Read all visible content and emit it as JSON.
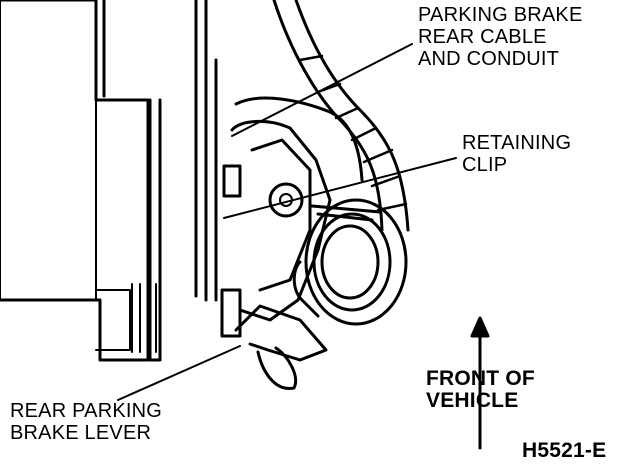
{
  "diagram": {
    "labels": {
      "parking_brake_cable": "PARKING BRAKE\nREAR CABLE\nAND CONDUIT",
      "retaining_clip": "RETAINING\nCLIP",
      "rear_parking_brake_lever": "REAR PARKING\nBRAKE LEVER",
      "front_of_vehicle": "FRONT OF\nVEHICLE",
      "figure_id": "H5521-E"
    }
  }
}
